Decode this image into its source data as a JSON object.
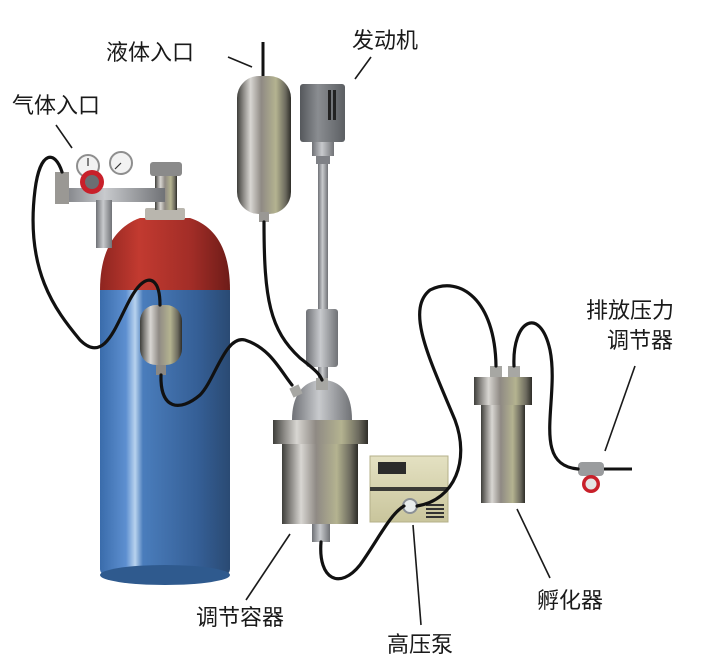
{
  "diagram": {
    "title": "",
    "labels": {
      "liquid_inlet": "液体入口",
      "motor": "发动机",
      "gas_inlet": "气体入口",
      "exhaust_regulator_line1": "排放压力",
      "exhaust_regulator_line2": "调节器",
      "regulating_vessel": "调节容器",
      "high_pressure_pump": "高压泵",
      "incubator": "孵化器"
    },
    "colors": {
      "cylinder_body": "#3f6fa8",
      "cylinder_cap": "#a8302a",
      "pump_body": "#d6d2a8",
      "regulator_red": "#c8202a",
      "steel": "#9a9a96",
      "tubing": "#111111"
    }
  }
}
